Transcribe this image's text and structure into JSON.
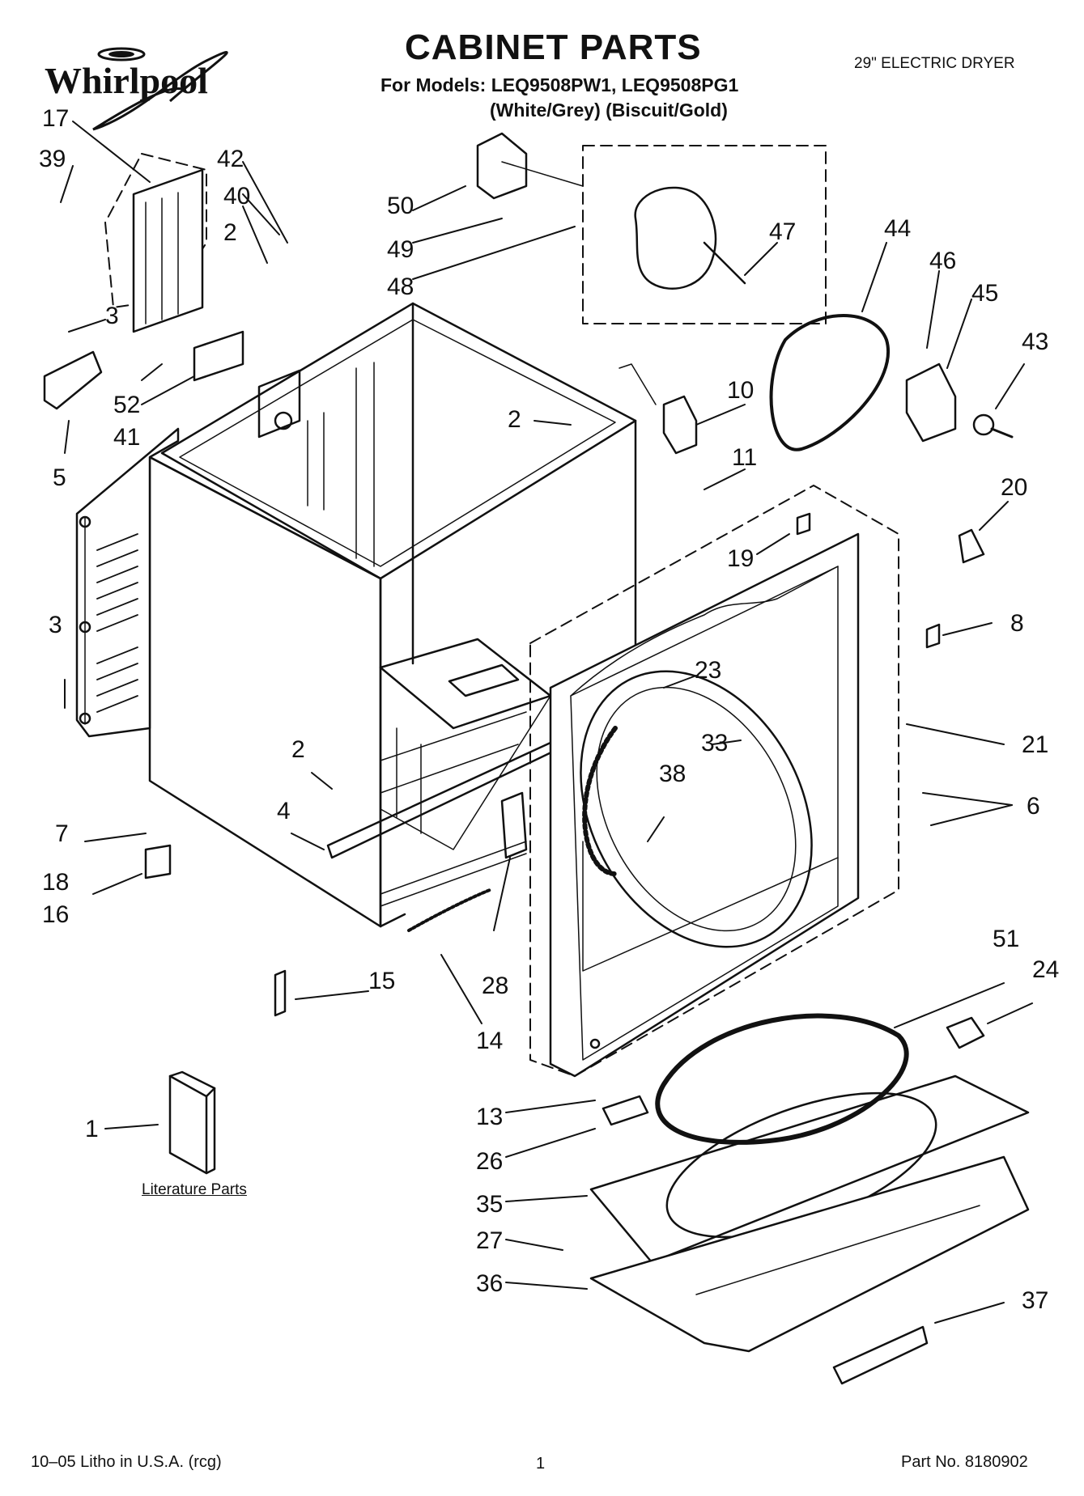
{
  "header": {
    "brand": "Whirlpool",
    "title": "CABINET PARTS",
    "models": "For Models: LEQ9508PW1, LEQ9508PG1",
    "colors": "(White/Grey)   (Biscuit/Gold)",
    "appliance": "29\" ELECTRIC DRYER"
  },
  "literature_label": "Literature Parts",
  "part_numbers": [
    "17",
    "39",
    "42",
    "40",
    "2",
    "3",
    "52",
    "41",
    "5",
    "50",
    "49",
    "48",
    "47",
    "44",
    "46",
    "45",
    "43",
    "10",
    "11",
    "2",
    "20",
    "19",
    "8",
    "23",
    "21",
    "33",
    "3",
    "38",
    "6",
    "2",
    "4",
    "7",
    "18",
    "16",
    "28",
    "15",
    "14",
    "51",
    "24",
    "1",
    "13",
    "26",
    "35",
    "27",
    "36",
    "37"
  ],
  "footer": {
    "litho": "10–05 Litho in U.S.A. (rcg)",
    "page": "1",
    "part_no": "Part No. 8180902"
  }
}
